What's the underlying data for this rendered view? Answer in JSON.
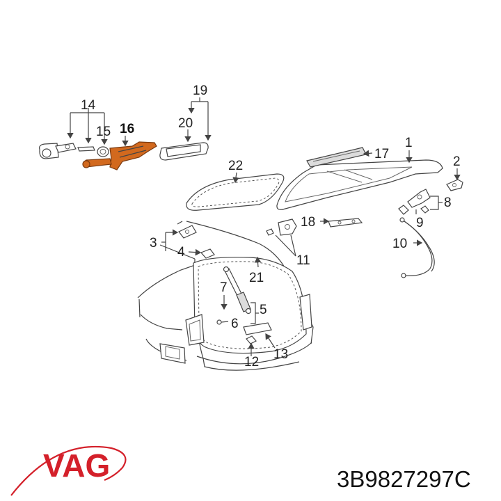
{
  "diagram": {
    "callouts": {
      "c1": "1",
      "c2": "2",
      "c3": "3",
      "c4": "4",
      "c5": "5",
      "c6": "6",
      "c7": "7",
      "c8": "8",
      "c9": "9",
      "c10": "10",
      "c11": "11",
      "c12": "12",
      "c13": "13",
      "c14": "14",
      "c15": "15",
      "c16": "16",
      "c17": "17",
      "c18": "18",
      "c19": "19",
      "c20": "20",
      "c21": "21",
      "c22": "22"
    },
    "highlighted_part": "16",
    "highlight_color": "#d2691e"
  },
  "footer": {
    "brand": "VAG",
    "brand_color": "#d4202a",
    "part_number": "3B9827297C"
  }
}
